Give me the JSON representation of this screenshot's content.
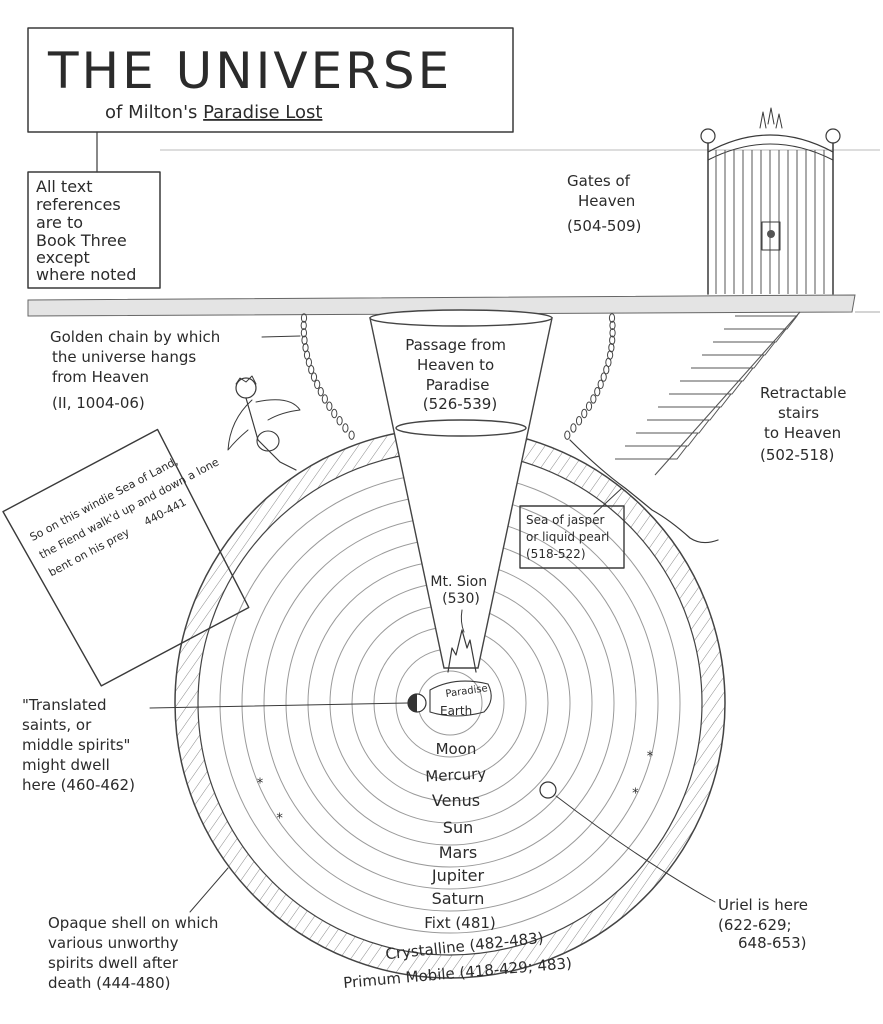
{
  "title": {
    "main": "THE UNIVERSE",
    "sub_prefix": "of Milton's ",
    "sub_work": "Paradise Lost"
  },
  "note_box": [
    "All text",
    "references",
    "are to",
    "Book Three",
    "except",
    "where noted"
  ],
  "gates_label": [
    "Gates of",
    "Heaven",
    "(504-509)"
  ],
  "chain_label": [
    "Golden chain by which",
    "the universe hangs",
    "from Heaven",
    "(II, 1004-06)"
  ],
  "passage_label": [
    "Passage from",
    "Heaven to",
    "Paradise",
    "(526-539)"
  ],
  "stairs_label": [
    "Retractable",
    "stairs",
    "to Heaven",
    "(502-518)"
  ],
  "sea_label": [
    "Sea of jasper",
    "or liquid pearl",
    "(518-522)"
  ],
  "fiend_quote": [
    "So on this windie Sea of Land,",
    "the Fiend walk'd up and down a lone",
    "bent on his prey",
    "440-441"
  ],
  "sion_label": [
    "Mt. Sion",
    "(530)"
  ],
  "paradise_label": "Paradise",
  "earth_label": "Earth",
  "translated_label": [
    "\"Translated",
    "saints, or",
    "middle spirits\"",
    "might dwell",
    "here (460-462)"
  ],
  "spheres": [
    "Moon",
    "Mercury",
    "Venus",
    "Sun",
    "Mars",
    "Jupiter",
    "Saturn",
    "Fixt (481)",
    "Crystalline (482-483)",
    "Primum Mobile (418-429; 483)"
  ],
  "uriel_label": [
    "Uriel is here",
    "(622-629;",
    "648-653)"
  ],
  "shell_label": [
    "Opaque shell on which",
    "various unworthy",
    "spirits dwell after",
    "death (444-480)"
  ]
}
